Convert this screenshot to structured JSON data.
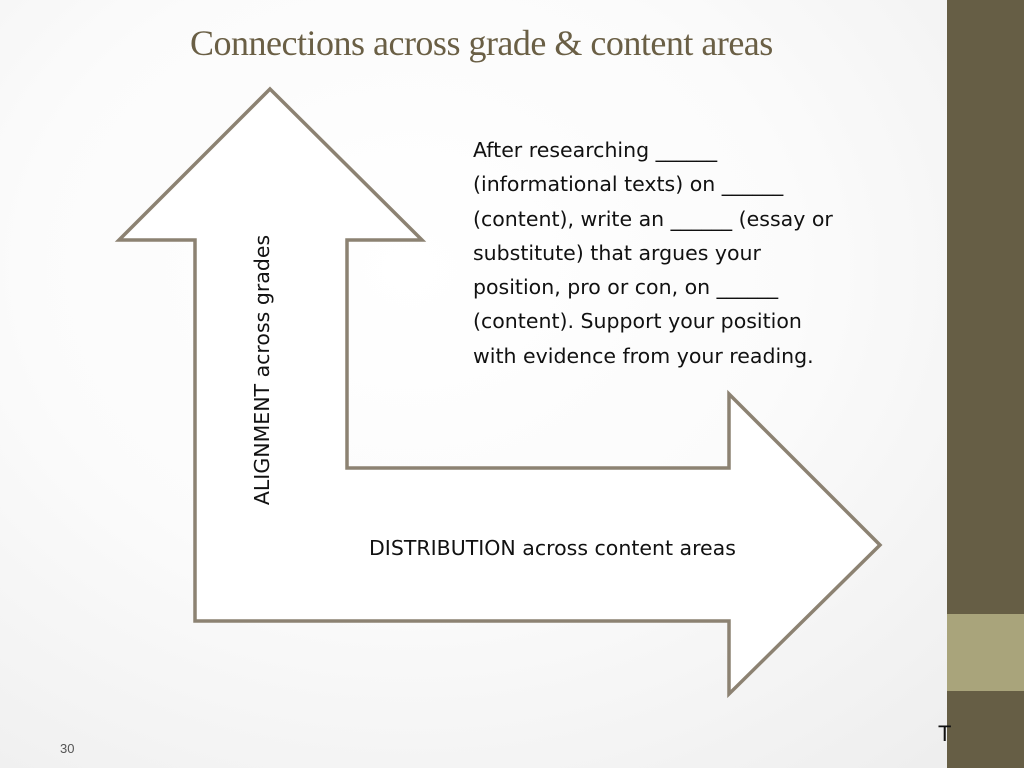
{
  "slide": {
    "title": "Connections across grade & content areas",
    "prompt_lines": [
      "After researching ______",
      "(informational texts) on ______",
      "(content), write an ______ (essay or",
      "substitute) that argues your",
      "position, pro or con, on ______",
      "(content). Support your position",
      "with evidence from your reading."
    ],
    "vertical_label": "ALIGNMENT across grades",
    "horizontal_label": "DISTRIBUTION across content areas",
    "slide_number": "30",
    "corner_mark": "T"
  },
  "colors": {
    "title": "#6a5f45",
    "sidebar_dark": "#665e45",
    "sidebar_light": "#a9a47b",
    "arrow_stroke": "#8c8272",
    "arrow_fill": "#ffffff"
  }
}
